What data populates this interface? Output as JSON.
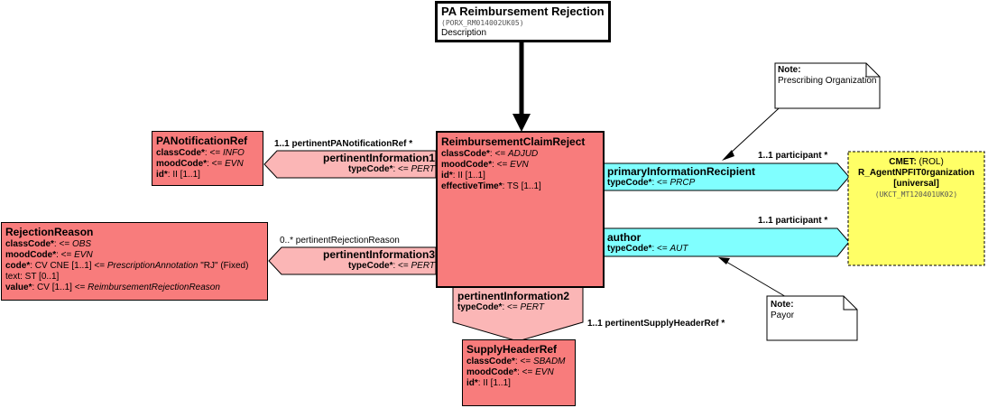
{
  "title_box": {
    "title": "PA Reimbursement Rejection",
    "id": "(PORX_RM014002UK05)",
    "description": "Description"
  },
  "main_class": {
    "name": "ReimbursementClaimReject",
    "lines": [
      {
        "attr": "classCode*",
        "rest": ": <= ",
        "val": "ADJUD"
      },
      {
        "attr": "moodCode*",
        "rest": ": <= ",
        "val": "EVN"
      },
      {
        "attr": "id*",
        "rest": ": II [1..1]",
        "val": ""
      },
      {
        "attr": "effectiveTime*",
        "rest": ": TS [1..1]",
        "val": ""
      }
    ]
  },
  "pa_notification": {
    "name": "PANotificationRef",
    "lines": [
      {
        "attr": "classCode*",
        "rest": ": <= ",
        "val": "INFO"
      },
      {
        "attr": "moodCode*",
        "rest": ": <= ",
        "val": "EVN"
      },
      {
        "attr": "id*",
        "rest": ": II [1..1]",
        "val": ""
      }
    ]
  },
  "rejection_reason": {
    "name": "RejectionReason",
    "lines": [
      {
        "attr": "classCode*",
        "rest": ": <= ",
        "val": "OBS"
      },
      {
        "attr": "moodCode*",
        "rest": ": <= ",
        "val": "EVN"
      },
      {
        "attr": "code*",
        "rest": ": CV CNE [1..1] <= ",
        "val": "PrescriptionAnnotation",
        "tail": " \"RJ\" (Fixed)"
      },
      {
        "attr": "",
        "rest": "text: ST [0..1]",
        "val": ""
      },
      {
        "attr": "value*",
        "rest": ": CV [1..1] <= ",
        "val": "ReimbursementRejectionReason"
      }
    ]
  },
  "supply_header": {
    "name": "SupplyHeaderRef",
    "lines": [
      {
        "attr": "classCode*",
        "rest": ": <= ",
        "val": "SBADM"
      },
      {
        "attr": "moodCode*",
        "rest": ": <= ",
        "val": "EVN"
      },
      {
        "attr": "id*",
        "rest": ": II [1..1]",
        "val": ""
      }
    ]
  },
  "cmet": {
    "prefix": "CMET:",
    "role": " (ROL)",
    "name_line1": "R_AgentNPFIT0rganization",
    "name_line2": "[universal]",
    "id": "(UKCT_MT120401UK02)"
  },
  "arms": {
    "pert1": {
      "title": "pertinentInformation1",
      "attr": "typeCode*",
      "rest": ": <= ",
      "val": "PERT"
    },
    "pert3": {
      "title": "pertinentInformation3",
      "attr": "typeCode*",
      "rest": ": <= ",
      "val": "PERT"
    },
    "pert2": {
      "title": "pertinentInformation2",
      "attr": "typeCode*",
      "rest": ": <= ",
      "val": "PERT"
    },
    "primary": {
      "title": "primaryInformationRecipient",
      "attr": "typeCode*",
      "rest": ": <= ",
      "val": "PRCP"
    },
    "author": {
      "title": "author",
      "attr": "typeCode*",
      "rest": ": <= ",
      "val": "AUT"
    }
  },
  "assoc_labels": {
    "pa_notif": "1..1 pertinentPANotificationRef  *",
    "rejection": "0..* pertinentRejectionReason",
    "supply": "1..1 pertinentSupplyHeaderRef  *",
    "participant1": "1..1 participant  *",
    "participant2": "1..1 participant  *"
  },
  "notes": {
    "prescribing": {
      "head": "Note:",
      "text": "Prescribing Organization"
    },
    "payor": {
      "head": "Note:",
      "text": "Payor"
    }
  },
  "colors": {
    "class": "#f87c7c",
    "arm_pink": "#fbb6b6",
    "arm_cyan": "#80ffff",
    "cmet": "#ffff66"
  }
}
